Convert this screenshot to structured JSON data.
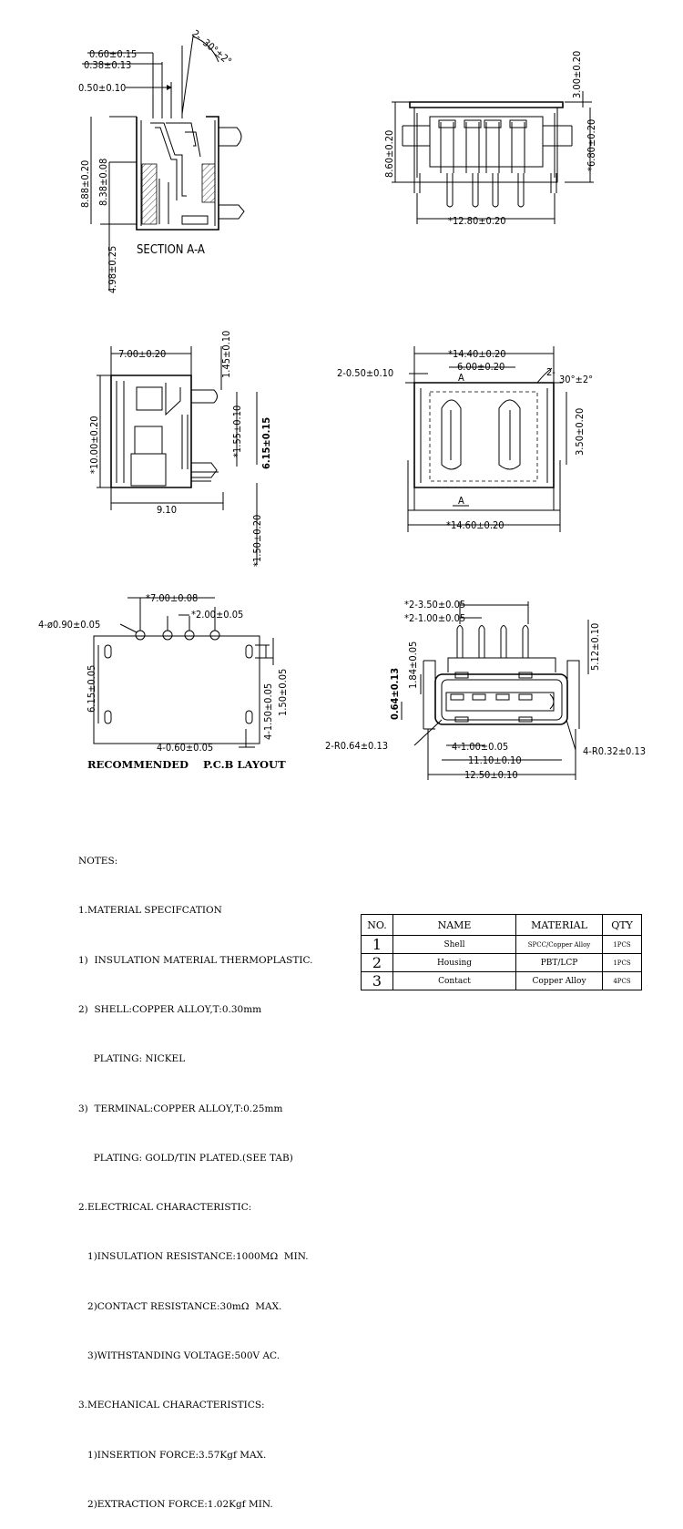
{
  "views": {
    "section": {
      "title": "SECTION A-A",
      "dims": {
        "d1": "0.60±0.15",
        "d2": "0.38±0.13",
        "d3": "0.50±0.10",
        "angle": "30°±2°",
        "angle_count": "2-",
        "h1": "8.88±0.20",
        "h2": "8.38±0.08",
        "h3": "4.98±0.25"
      }
    },
    "front_top": {
      "dims": {
        "h1": "8.60±0.20",
        "h2": "3.00±0.20",
        "h3": "*6.80±0.20",
        "w1": "*12.80±0.20"
      }
    },
    "side": {
      "dims": {
        "w1": "7.00±0.20",
        "h1": "*10.00±0.20",
        "d1": "1.45±0.10",
        "d2": "*1.55±0.10",
        "d3": "6.15±0.15",
        "w2": "9.10",
        "d4": "*1.50±0.20"
      }
    },
    "top": {
      "dims": {
        "w1": "*14.40±0.20",
        "w2": "6.00±0.20",
        "d1": "2-0.50±0.10",
        "angle": "30°±2°",
        "angle_count": "2-",
        "h1": "3.50±0.20",
        "w3": "*14.60±0.20",
        "section_mark": "A"
      }
    },
    "pcb": {
      "title": "RECOMMENDED    P.C.B LAYOUT",
      "dims": {
        "hole": "4-ø0.90±0.05",
        "p1": "*7.00±0.08",
        "p2": "*2.00±0.05",
        "h1": "6.15±0.05",
        "slot": "4-0.60±0.05",
        "v1": "4-1.50±0.05",
        "v2": "1.50±0.05"
      }
    },
    "front": {
      "dims": {
        "p1": "*2-3.50±0.05",
        "p2": "*2-1.00±0.05",
        "h1": "5.12±0.10",
        "h2": "1.84±0.05",
        "h3": "0.64±0.13",
        "r1": "2-R0.64±0.13",
        "r2": "4-R0.32±0.13",
        "w1": "4-1.00±0.05",
        "w2": "11.10±0.10",
        "w3": "12.50±0.10"
      }
    }
  },
  "notes": [
    "NOTES:",
    "1.MATERIAL SPECIFCATION",
    "1)  INSULATION MATERIAL THERMOPLASTIC.",
    "2)  SHELL:COPPER ALLOY,T:0.30mm",
    "     PLATING: NICKEL",
    "3)  TERMINAL:COPPER ALLOY,T:0.25mm",
    "     PLATING: GOLD/TIN PLATED.(SEE TAB)",
    "2.ELECTRICAL CHARACTERISTIC:",
    "   1)INSULATION RESISTANCE:1000MΩ  MIN.",
    "   2)CONTACT RESISTANCE:30mΩ  MAX.",
    "   3)WITHSTANDING VOLTAGE:500V AC.",
    "3.MECHANICAL CHARACTERISTICS:",
    "   1)INSERTION FORCE:3.57Kgf MAX.",
    "   2)EXTRACTION FORCE:1.02Kgf MIN."
  ],
  "bom": {
    "headers": [
      "NO.",
      "NAME",
      "MATERIAL",
      "QTY"
    ],
    "rows": [
      [
        "1",
        "Shell",
        "SPCC/Copper Alloy",
        "1PCS"
      ],
      [
        "2",
        "Housing",
        "PBT/LCP",
        "1PCS"
      ],
      [
        "3",
        "Contact",
        "Copper Alloy",
        "4PCS"
      ]
    ]
  }
}
